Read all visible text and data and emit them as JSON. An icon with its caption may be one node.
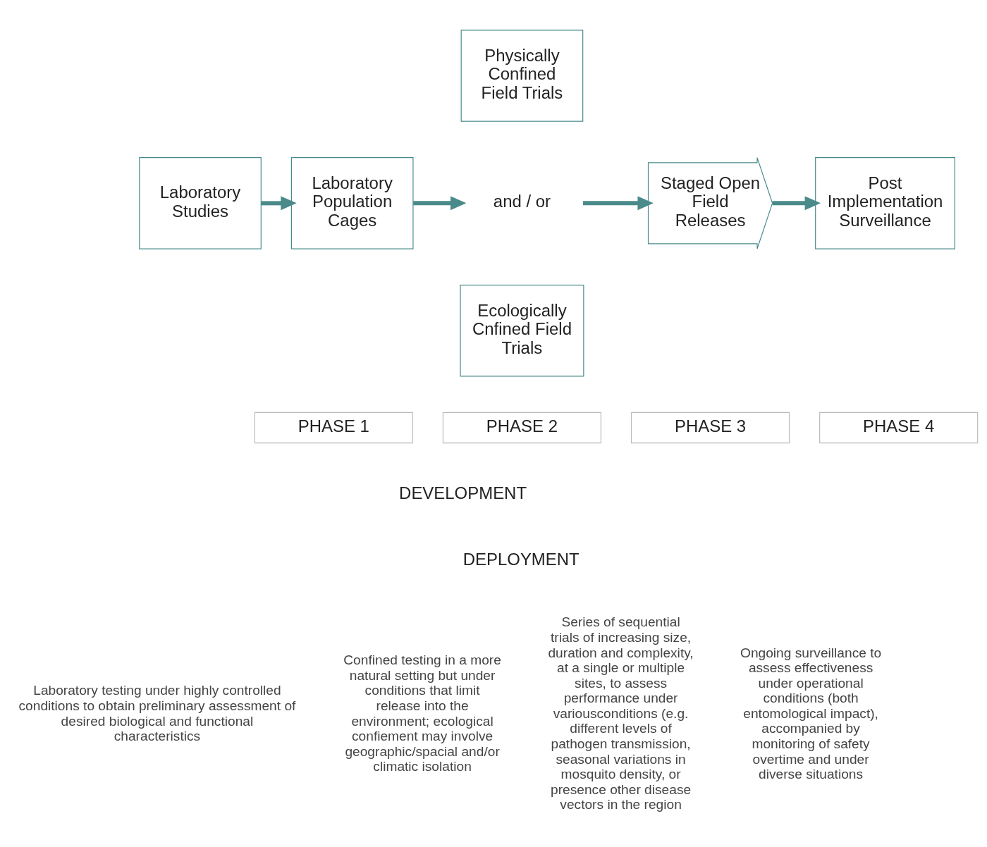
{
  "diagram": {
    "nodes": [
      {
        "text": [
          "Laboratory Studies"
        ]
      },
      {
        "text": [
          "Laboratory Population Cages"
        ]
      },
      {
        "text": [
          "Physically Confined Field Trials"
        ]
      },
      {
        "text": [
          "and / or"
        ]
      },
      {
        "text": [
          "Ecologically Cnfined Field Trials"
        ]
      },
      {
        "text": [
          "Staged Open Field Releases"
        ]
      },
      {
        "text": [
          "Post Implementation Surveillance"
        ]
      }
    ],
    "edges": [
      {
        "from": 0,
        "to": 1,
        "arrow": "to"
      },
      {
        "from": 1,
        "to": 3,
        "arrow": "to"
      },
      {
        "from": 3,
        "to": 5,
        "arrow": "to"
      },
      {
        "from": 5,
        "to": 6,
        "arrow": "to"
      }
    ],
    "labels": [
      "PHASE 1",
      "PHASE 2",
      "PHASE 3",
      "PHASE 4",
      "DEVELOPMENT",
      "DEPLOYMENT",
      "Laboratory testing under highly controlled conditions to obtain preliminary assessment of desired biological and functional characteristics",
      "Confined testing in a more natural setting but under conditions that limit release into the environment; ecological confiement may involve geographic/spacial and/or climatic isolation",
      "Series of sequential trials of increasing size, duration and complexity, at a single or multiple sites, to assess performance under variousconditions (e.g. different levels of pathogen transmission, seasonal variations in mosquito density, or presence other disease vectors in the region",
      "Ongoing surveillance to assess effectiveness under operational conditions (both entomological impact), accompanied by monitoring of safety overtime and under diverse situations"
    ]
  }
}
